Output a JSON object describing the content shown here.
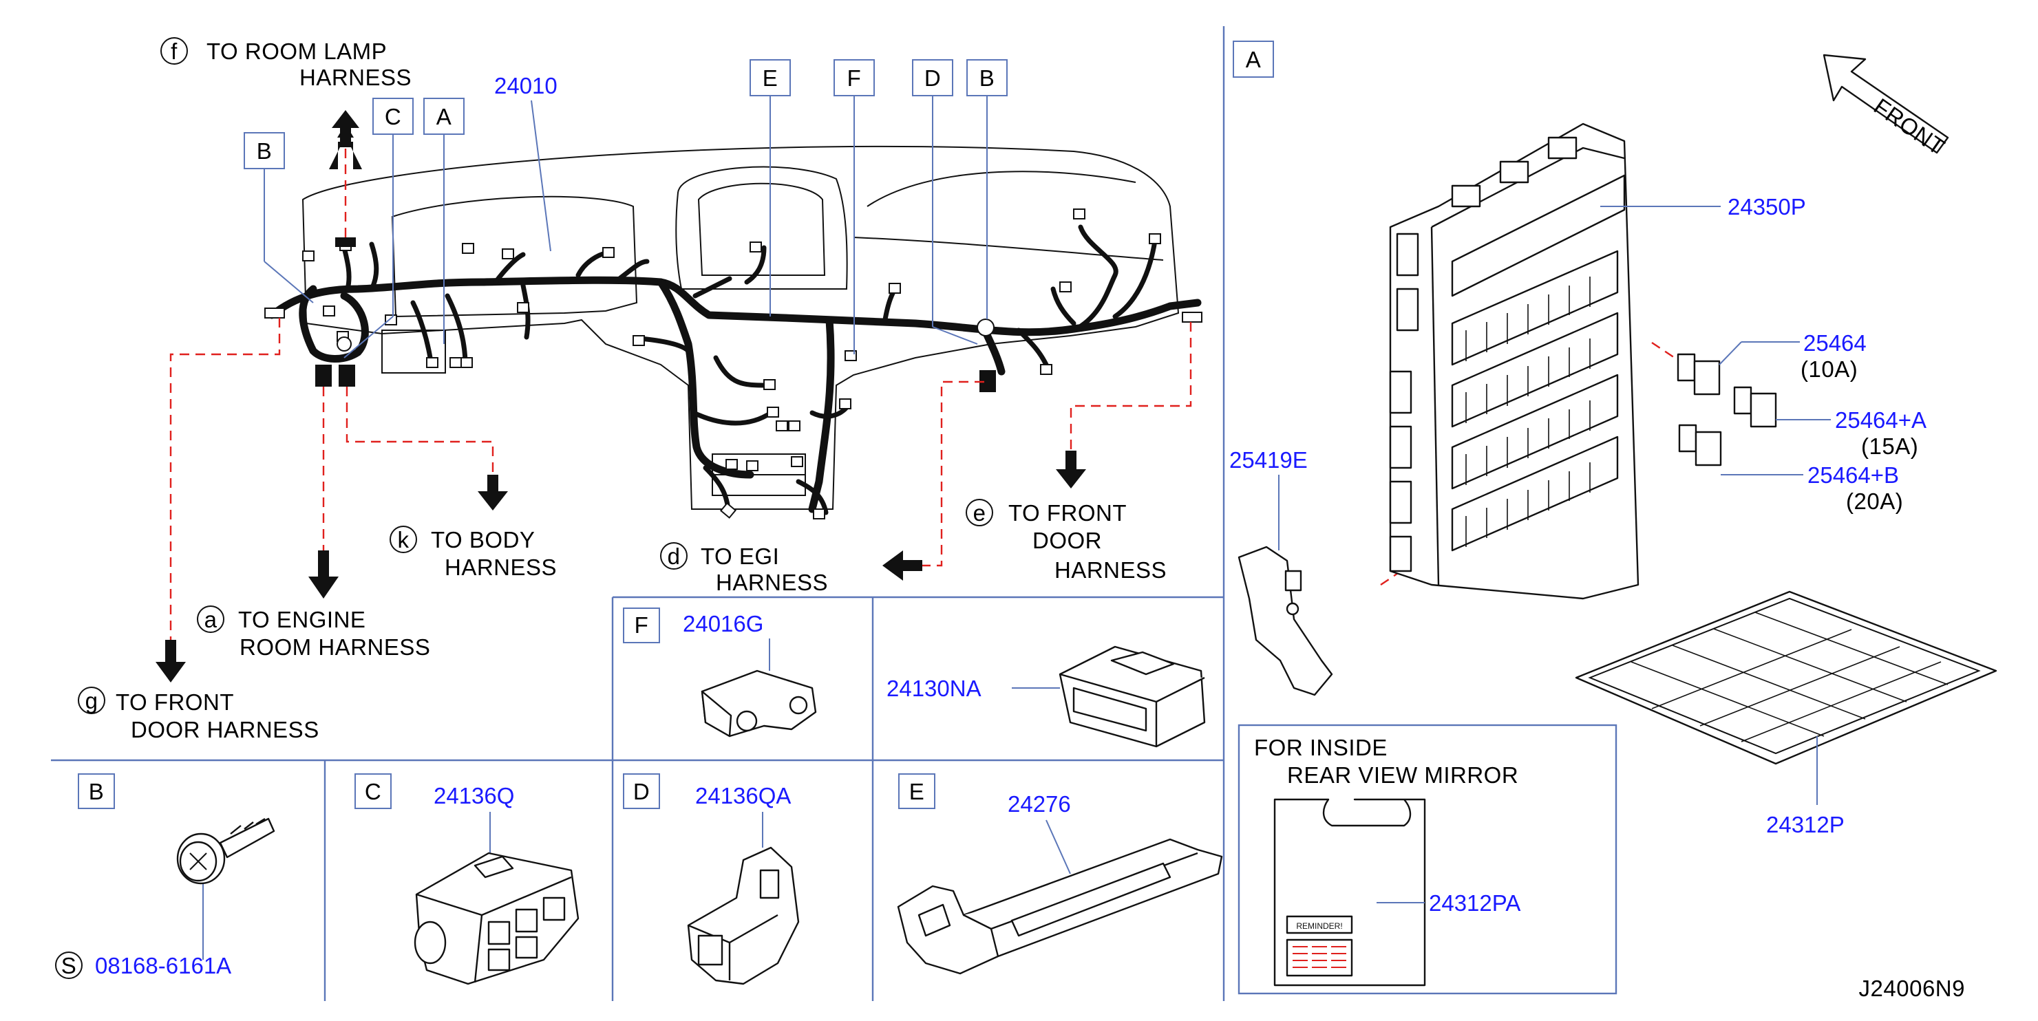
{
  "diagram_code": "J24006N9",
  "front_label": "FRONT",
  "destinations": {
    "f": {
      "letter": "f",
      "line1": "TO  ROOM  LAMP",
      "line2": "HARNESS"
    },
    "k": {
      "letter": "k",
      "line1": "TO  BODY",
      "line2": "HARNESS"
    },
    "d": {
      "letter": "d",
      "line1": "TO  EGI",
      "line2": "HARNESS"
    },
    "e": {
      "letter": "e",
      "line1": "TO  FRONT",
      "line2": "DOOR",
      "line3": "HARNESS"
    },
    "a": {
      "letter": "a",
      "line1": "TO  ENGINE",
      "line2": "ROOM  HARNESS"
    },
    "g": {
      "letter": "g",
      "line1": "TO  FRONT",
      "line2": "DOOR  HARNESS"
    }
  },
  "callouts": {
    "main_B": "B",
    "main_C": "C",
    "main_A": "A",
    "main_E": "E",
    "main_F": "F",
    "main_D": "D",
    "main_B2": "B"
  },
  "parts": {
    "main_harness": "24010",
    "junction_block": "24350P",
    "fuse_10": "25464",
    "fuse_10_amp": "(10A)",
    "fuse_15": "25464+A",
    "fuse_15_amp": "(15A)",
    "fuse_20": "25464+B",
    "fuse_20_amp": "(20A)",
    "bracket": "25419E",
    "cover": "24312P",
    "label_card": "24312PA",
    "clip_F": "24016G",
    "connector": "24130NA",
    "clip_C": "24136Q",
    "clip_D": "24136QA",
    "protector_E": "24276",
    "bolt": "08168-6161A"
  },
  "panels": {
    "A": "A",
    "F": "F",
    "B": "B",
    "C": "C",
    "D": "D",
    "E": "E",
    "bolt_symbol": "S"
  },
  "mirror_note": {
    "line1": "FOR  INSIDE",
    "line2": "REAR  VIEW  MIRROR"
  },
  "card_text": "REMINDER!"
}
